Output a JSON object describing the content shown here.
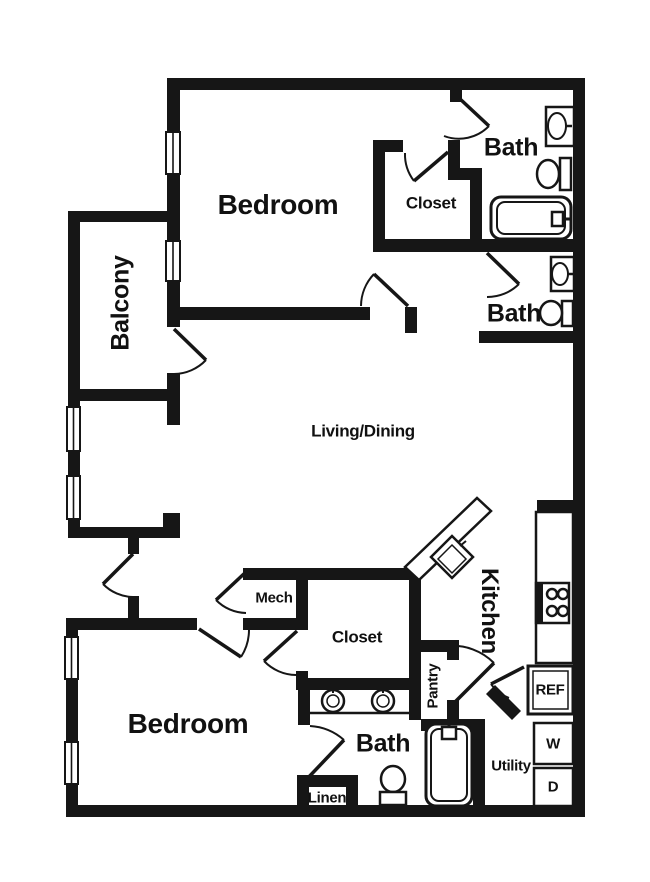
{
  "plan": {
    "type": "apartment-floor-plan",
    "colors": {
      "wall": "#161616",
      "background": "#ffffff",
      "line": "#161616"
    },
    "fixture_icons": [
      "bathtub-icon",
      "bathtub-icon",
      "toilet-icon",
      "toilet-icon",
      "toilet-icon",
      "sink-icon",
      "sink-icon",
      "double-vanity-sink-icon",
      "kitchen-diagonal-counter-icon",
      "kitchen-sink-icon",
      "stove-icon",
      "refrigerator-icon",
      "washer-icon",
      "dryer-icon",
      "window-icon",
      "window-icon",
      "window-icon",
      "window-icon",
      "window-icon",
      "window-icon",
      "door-swing-icon"
    ]
  },
  "labels": [
    {
      "id": "bath-upper",
      "text": "Bath"
    },
    {
      "id": "closet-upper",
      "text": "Closet"
    },
    {
      "id": "bedroom-upper",
      "text": "Bedroom"
    },
    {
      "id": "balcony",
      "text": "Balcony"
    },
    {
      "id": "bath-middle",
      "text": "Bath"
    },
    {
      "id": "living-dining",
      "text": "Living/Dining"
    },
    {
      "id": "mech",
      "text": "Mech"
    },
    {
      "id": "closet-lower",
      "text": "Closet"
    },
    {
      "id": "kitchen",
      "text": "Kitchen"
    },
    {
      "id": "pantry",
      "text": "Pantry"
    },
    {
      "id": "bedroom-lower",
      "text": "Bedroom"
    },
    {
      "id": "refrigerator",
      "text": "REF"
    },
    {
      "id": "bath-lower",
      "text": "Bath"
    },
    {
      "id": "washer",
      "text": "W"
    },
    {
      "id": "utility",
      "text": "Utility"
    },
    {
      "id": "dryer",
      "text": "D"
    },
    {
      "id": "linen",
      "text": "Linen"
    }
  ]
}
